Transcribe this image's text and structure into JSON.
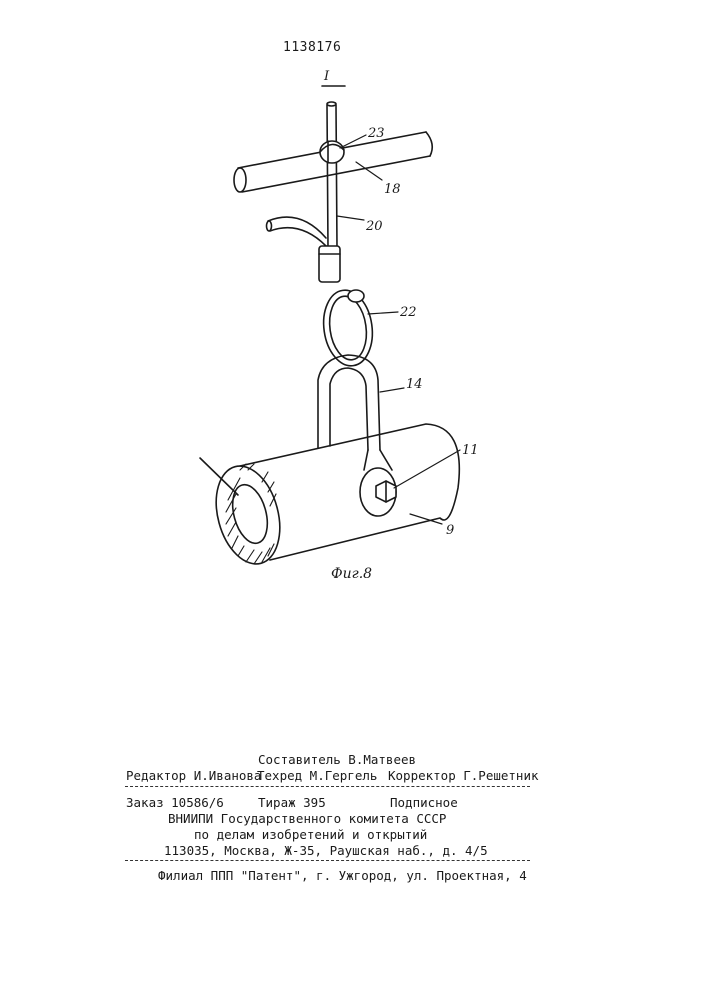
{
  "patent_number": "1138176",
  "view_label": "I",
  "figure_caption": "Фиг.8",
  "part_labels": {
    "p23": "23",
    "p18": "18",
    "p20": "20",
    "p22": "22",
    "p14": "14",
    "p11": "11",
    "p9": "9"
  },
  "imprint": {
    "compiler": "Составитель В.Матвеев",
    "editor": "Редактор И.Иванова",
    "techred": "Техред М.Гергель",
    "corrector": "Корректор Г.Решетник",
    "order": "Заказ 10586/6",
    "circulation": "Тираж 395",
    "subscription": "Подписное",
    "org1": "ВНИИПИ Государственного комитета СССР",
    "org2": "по делам изобретений и открытий",
    "address": "113035, Москва, Ж-35, Раушская наб., д. 4/5",
    "branch": "Филиал ППП \"Патент\", г. Ужгород, ул. Проектная, 4"
  }
}
